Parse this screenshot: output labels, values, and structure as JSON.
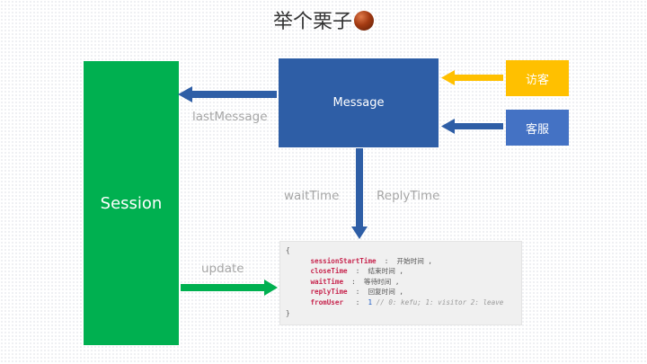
{
  "title": "举个栗子",
  "nodes": {
    "session": "Session",
    "message": "Message",
    "visitor": "访客",
    "agent": "客服"
  },
  "edge_labels": {
    "last_message": "lastMessage",
    "wait_time": "waitTime",
    "reply_time": "ReplyTime",
    "update": "update"
  },
  "code": {
    "open": "{",
    "close": "}",
    "fields": [
      {
        "key": "sessionStartTime",
        "sep": "  :  ",
        "value": "开始时间",
        "tail": " ,"
      },
      {
        "key": "closeTime",
        "sep": "  :  ",
        "value": "结束时间",
        "tail": " ,"
      },
      {
        "key": "waitTime",
        "sep": "  :  ",
        "value": "等待时间",
        "tail": " ,"
      },
      {
        "key": "replyTime",
        "sep": "  :  ",
        "value": "回复时间",
        "tail": " ,"
      },
      {
        "key": "fromUser",
        "sep": "   :  ",
        "value": "1",
        "tail": "",
        "comment": "// 0: kefu; 1: visitor 2: leave"
      }
    ]
  },
  "colors": {
    "session": "#00b050",
    "message": "#2e5ea6",
    "visitor": "#ffc000",
    "agent": "#4472c4",
    "arrow_blue": "#2e5ea6",
    "arrow_green": "#00b050",
    "arrow_yellow": "#ffc000"
  }
}
